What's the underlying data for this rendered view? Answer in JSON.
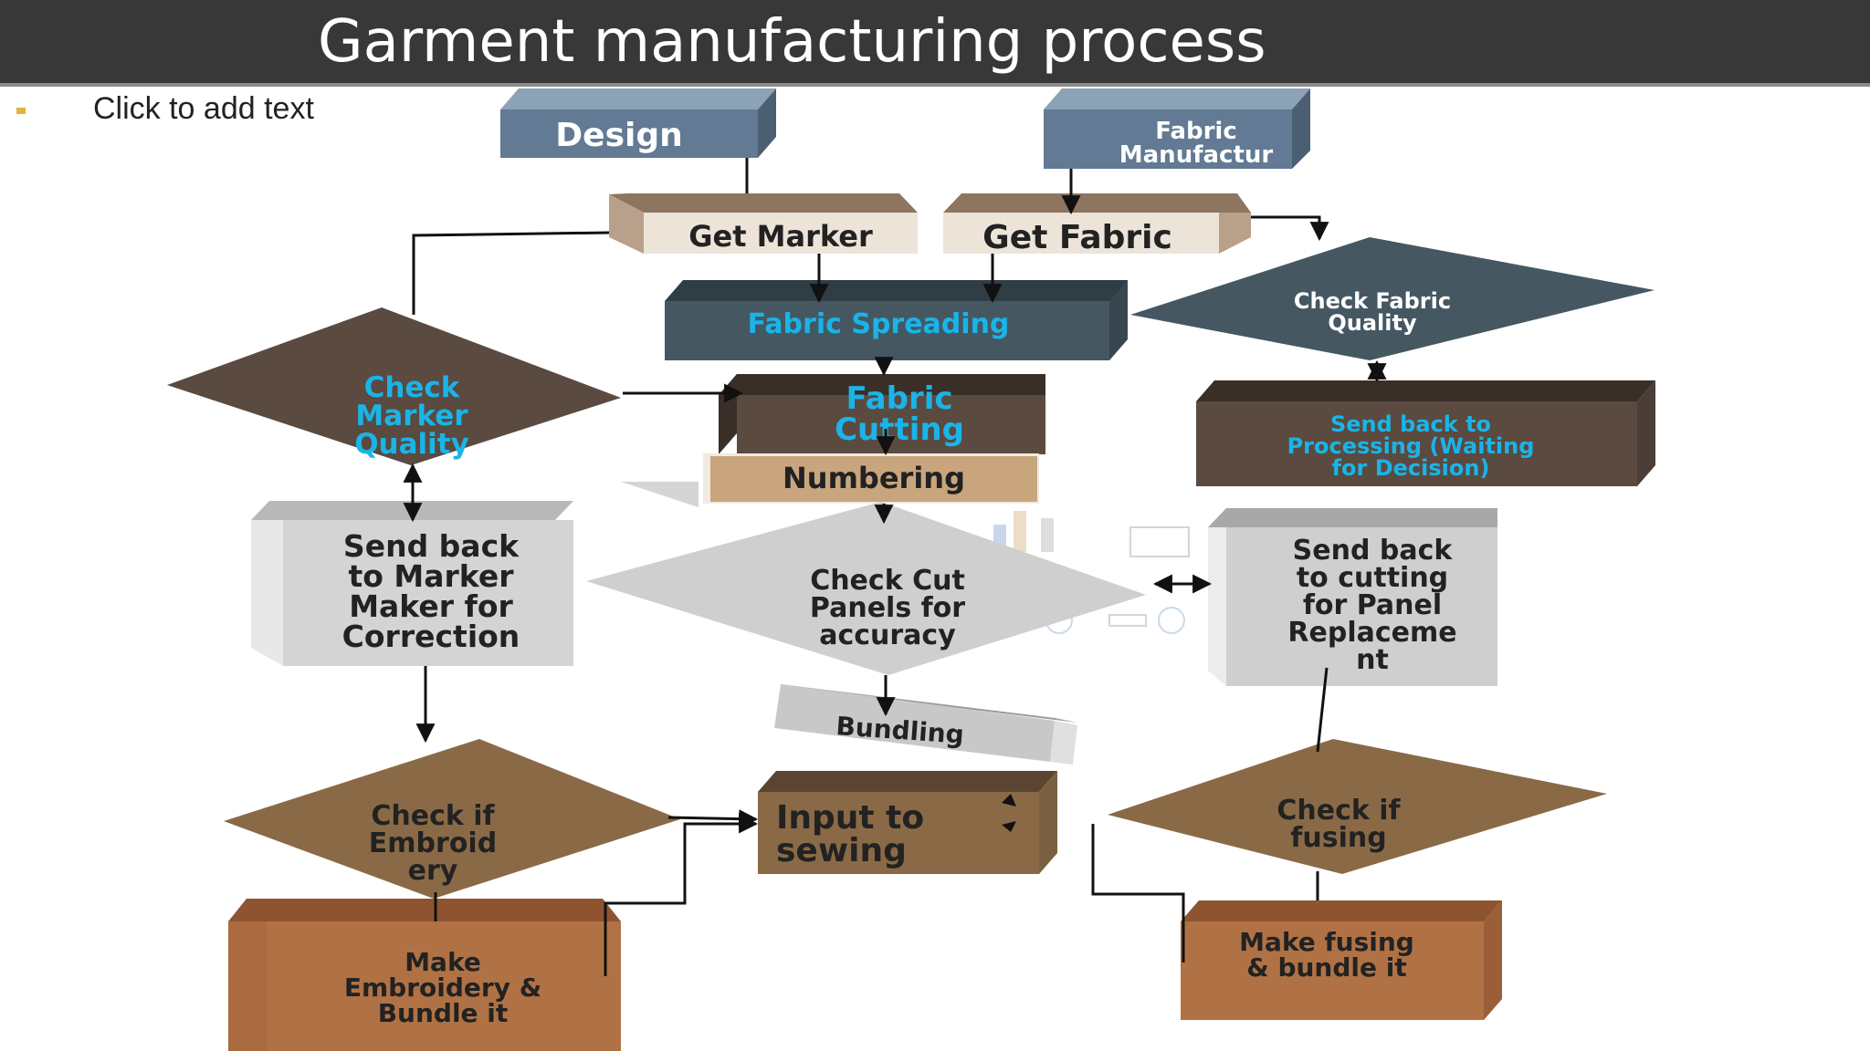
{
  "slide": {
    "title": "Garment manufacturing process",
    "placeholder_text": "Click to add text"
  },
  "nodes": {
    "design": [
      "Design"
    ],
    "fabric_manufacture": [
      "Fabric",
      "Manufactur"
    ],
    "get_marker": [
      "Get Marker"
    ],
    "get_fabric": [
      "Get Fabric"
    ],
    "fabric_spreading": [
      "Fabric Spreading"
    ],
    "check_fabric_quality": [
      "Check Fabric",
      "Quality"
    ],
    "check_marker_quality": [
      "Check",
      "Marker",
      "Quality"
    ],
    "fabric_cutting": [
      "Fabric",
      "Cutting"
    ],
    "send_back_processing": [
      "Send back to",
      "Processing (Waiting",
      "for Decision)"
    ],
    "numbering": [
      "Numbering"
    ],
    "send_back_marker": [
      "Send back",
      "to Marker",
      "Maker for",
      "Correction"
    ],
    "check_cut_panels": [
      "Check Cut",
      "Panels for",
      "accuracy"
    ],
    "send_back_cutting": [
      "Send back",
      "to cutting",
      "for Panel",
      "Replaceme",
      "nt"
    ],
    "bundling": [
      "Bundling"
    ],
    "check_embroidery": [
      "Check if",
      "Embroid",
      "ery"
    ],
    "input_to_sewing": [
      "Input to",
      "sewing"
    ],
    "check_fusing": [
      "Check if",
      "fusing"
    ],
    "make_embroidery": [
      "Make",
      "Embroidery &",
      "Bundle it"
    ],
    "make_fusing": [
      "Make fusing",
      "& bundle it"
    ]
  },
  "colors": {
    "slate_blue": "#627a93",
    "slate_dark": "#455862",
    "dark_brown": "#5a4a40",
    "tan": "#8a6a46",
    "light_tan": "#ece4d8",
    "grey_box": "#d4d4d4",
    "orange_brown": "#b07245",
    "cyan_text": "#1ab4e8"
  }
}
